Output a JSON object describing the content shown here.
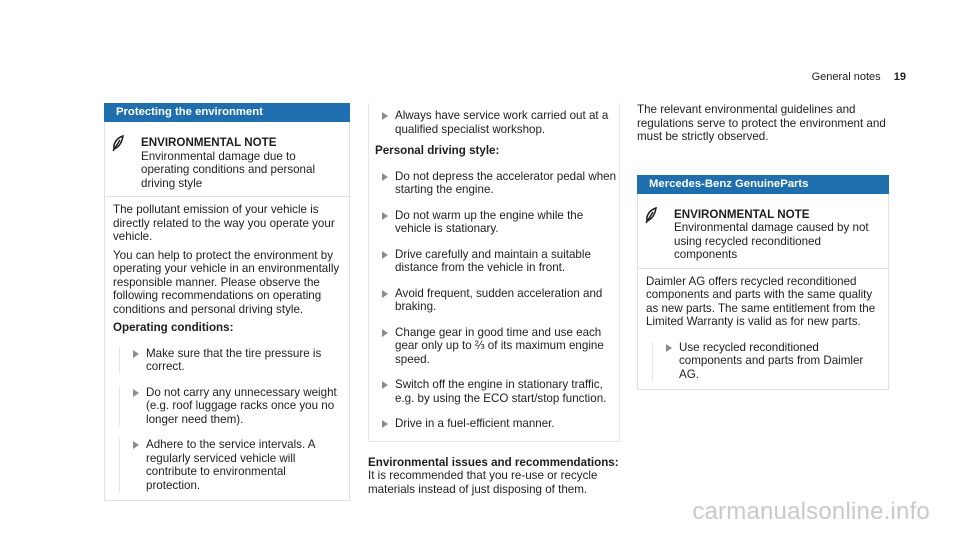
{
  "header": {
    "section": "General notes",
    "page": "19"
  },
  "col1": {
    "section_title": "Protecting the environment",
    "note_title": "ENVIRONMENTAL NOTE",
    "note_text": "Environmental damage due to operating conditions and personal driving style",
    "para1": "The pollutant emission of your vehicle is directly related to the way you operate your vehicle.",
    "para2": "You can help to protect the environment by operating your vehicle in an environmentally responsible manner. Please observe the following recommendations on operating conditions and personal driving style.",
    "subhead": "Operating conditions:",
    "bullets": [
      "Make sure that the tire pressure is correct.",
      "Do not carry any unnecessary weight (e.g. roof luggage racks once you no longer need them).",
      "Adhere to the service intervals. A regularly serviced vehicle will contribute to environmental protection."
    ]
  },
  "col2": {
    "bullet_top": "Always have service work carried out at a qualified specialist workshop.",
    "subhead": "Personal driving style:",
    "bullets": [
      "Do not depress the accelerator pedal when starting the engine.",
      "Do not warm up the engine while the vehicle is stationary.",
      "Drive carefully and maintain a suitable distance from the vehicle in front.",
      "Avoid frequent, sudden acceleration and braking.",
      "Change gear in good time and use each gear only up to ⅔ of its maximum engine speed.",
      "Switch off the engine in stationary traffic, e.g. by using the ECO start/stop function.",
      "Drive in a fuel-efficient manner."
    ],
    "heading2": "Environmental issues and recommendations:",
    "para": "It is recommended that you re-use or recycle materials instead of just disposing of them."
  },
  "col3": {
    "para": "The relevant environmental guidelines and regulations serve to protect the environment and must be strictly observed.",
    "section_title": "Mercedes-Benz GenuineParts",
    "note_title": "ENVIRONMENTAL NOTE",
    "note_text": "Environmental damage caused by not using recycled reconditioned components",
    "para2": "Daimler AG offers recycled reconditioned components and parts with the same quality as new parts. The same entitlement from the Limited Warranty is valid as for new parts.",
    "bullet": "Use recycled reconditioned components and parts from Daimler AG."
  },
  "watermark": "carmanualsonline.info",
  "colors": {
    "section_bar": "#1f6fae",
    "arrow": "#8c8c8c"
  }
}
